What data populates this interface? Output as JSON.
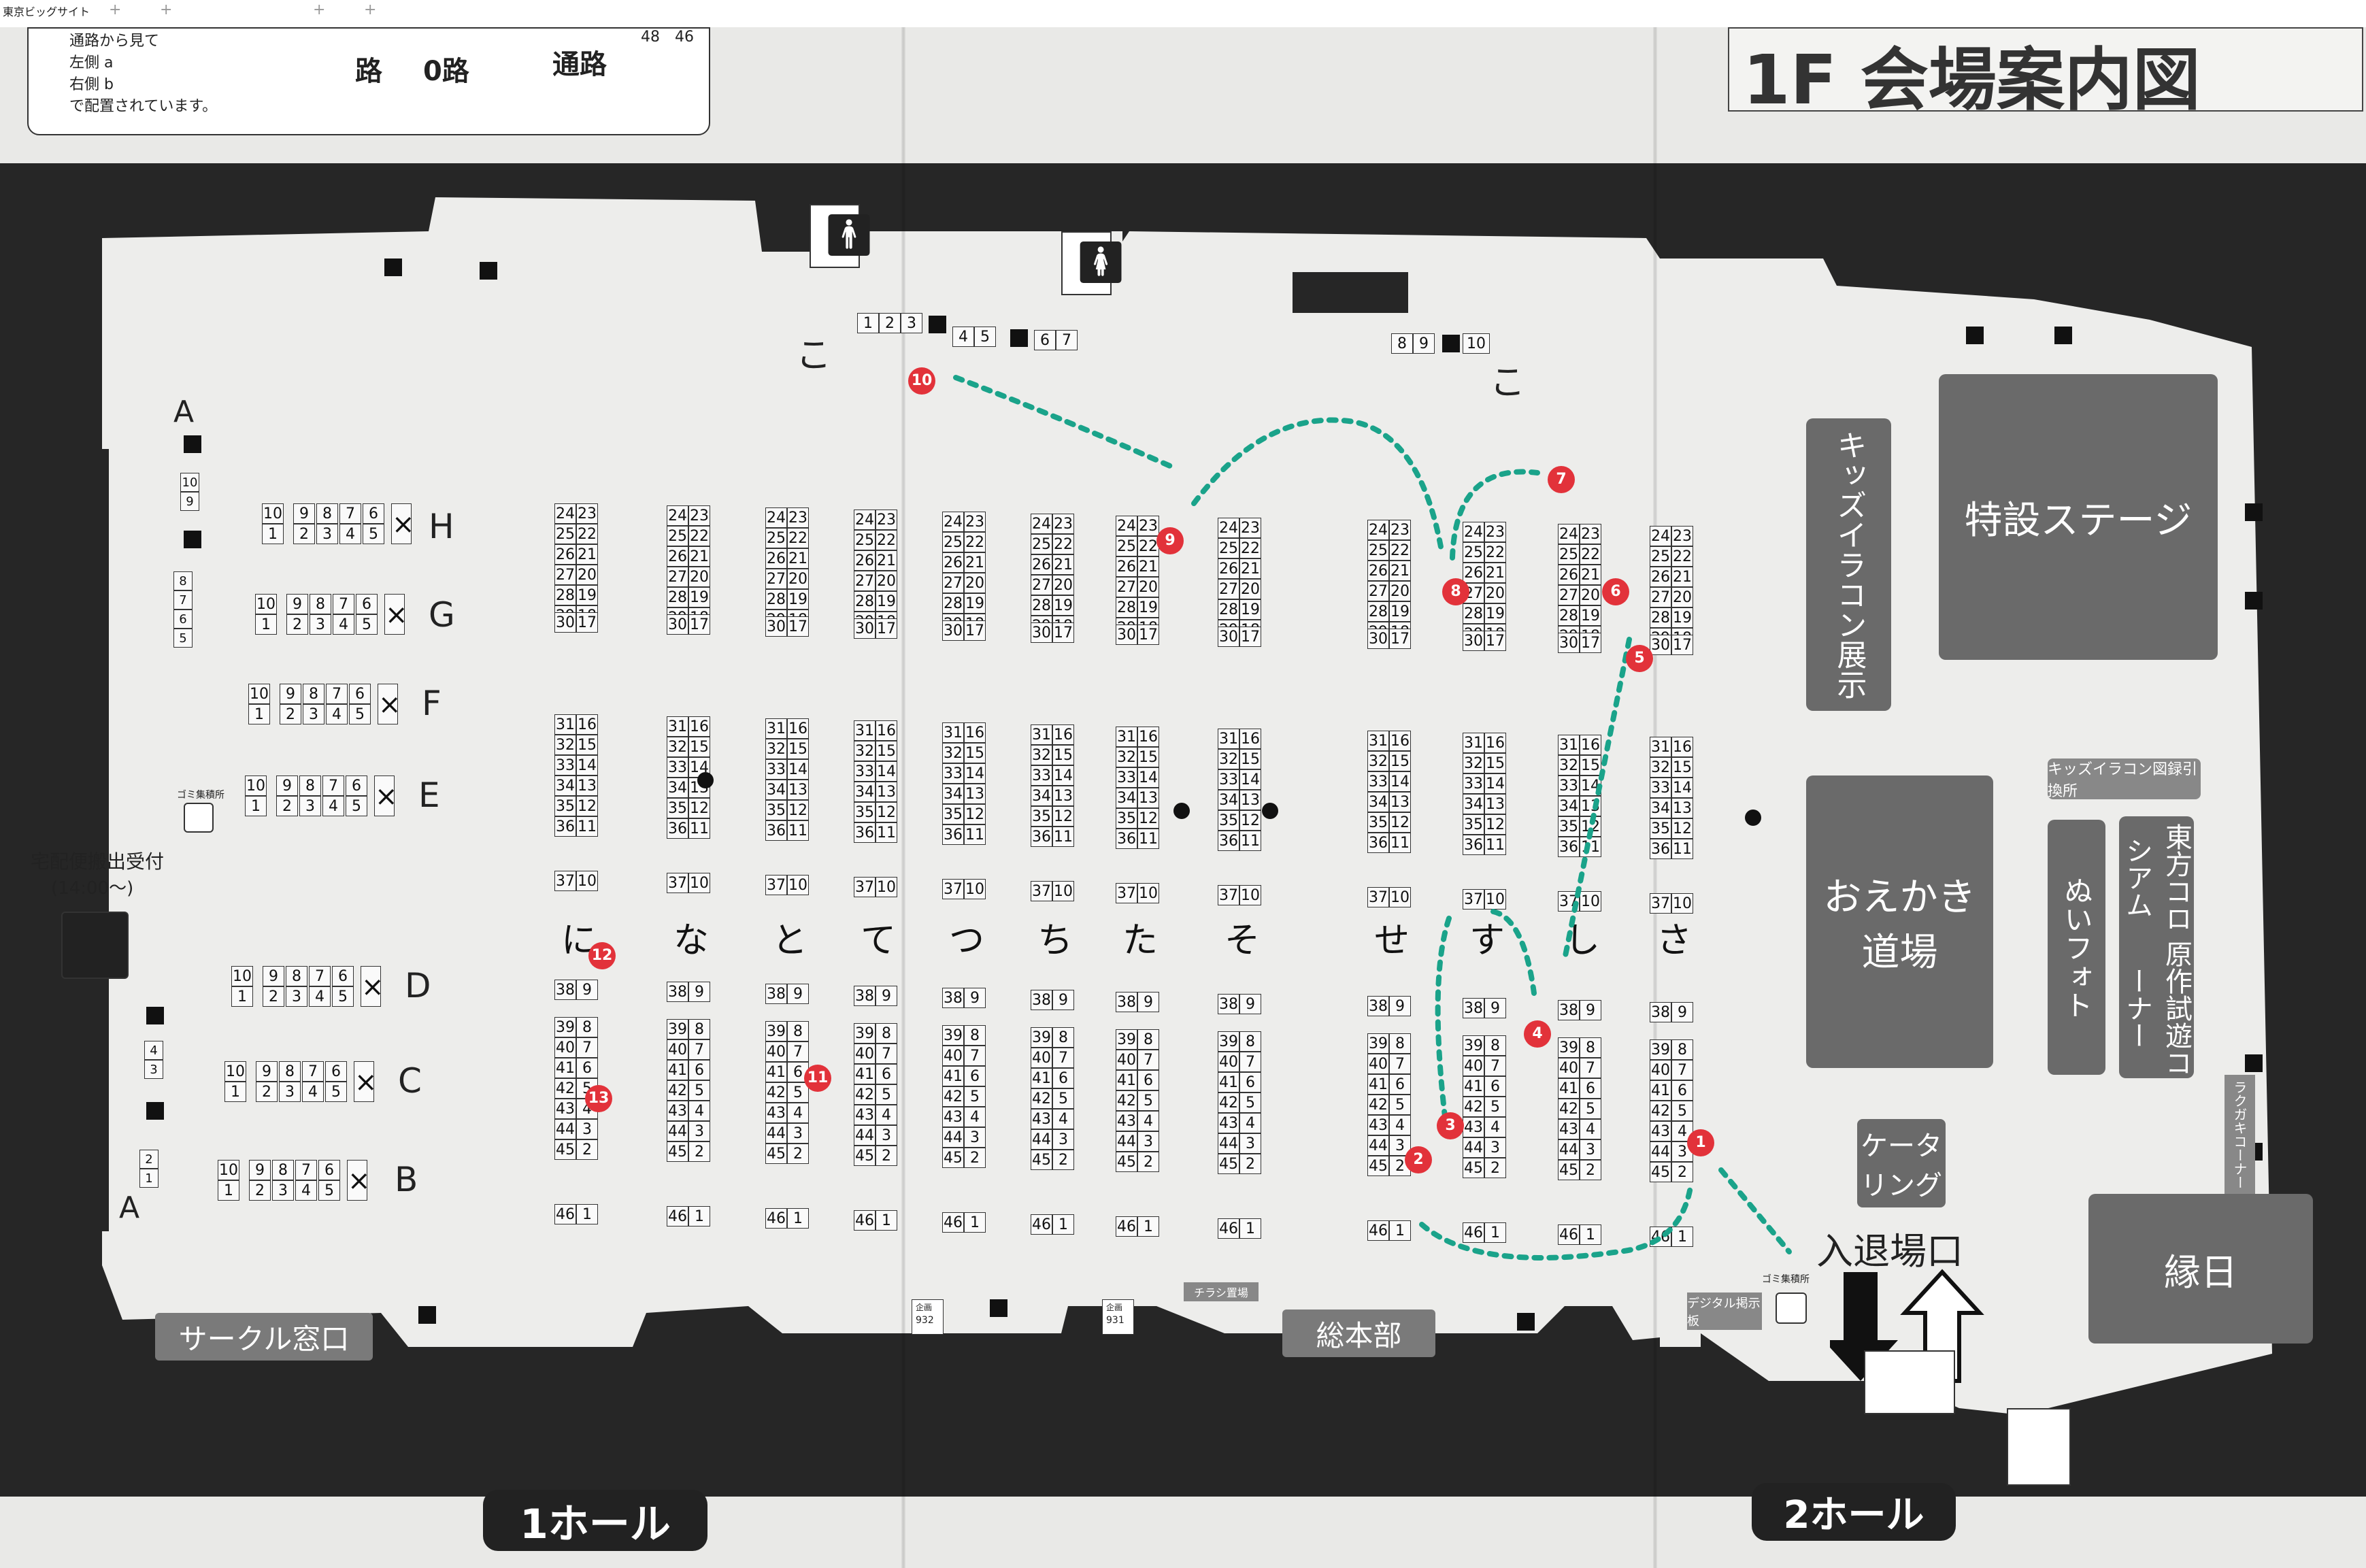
{
  "browser": {
    "tab_title": "東京ビッグサイト",
    "new_tab_symbol": "+"
  },
  "legend_box": {
    "line1": "通路から見て",
    "line2": "左側 a",
    "line3": "右側 b",
    "line4": "で配置されています。",
    "road1": "路",
    "road2": "0路",
    "road3": "通路",
    "numbers": [
      "48",
      "46"
    ]
  },
  "title": "1F 会場案内図",
  "halls": {
    "hall1": "1ホール",
    "hall2": "2ホール"
  },
  "places": {
    "special_stage": "特設ステージ",
    "kids_exhibit": "キッズイラコン展示",
    "kids_exchange": "キッズイラコン図録引換所",
    "drawing_dojo_line1": "おえかき",
    "drawing_dojo_line2": "道場",
    "nui_photo": "ぬいフォト",
    "touhou": "東方コロシアム",
    "original_trial": "原作試遊コーナー",
    "rakugaki": "ラクガキコーナー",
    "catering_line1": "ケータ",
    "catering_line2": "リング",
    "entrance": "入退場口",
    "ennichi": "縁日",
    "digital_board": "デジタル掲示板",
    "garbage": "ゴミ集積所",
    "garbage2": "ゴミ集積所",
    "circle_window": "サークル窓口",
    "headquarters": "総本部",
    "flyer": "チラシ置場",
    "delivery_line1": "宅配便搬出受付",
    "delivery_line2": "(14:00～)",
    "kikaku1": "企画",
    "kikaku1_num": "932",
    "kikaku2": "企画",
    "kikaku2_num": "931"
  },
  "block_letters_left": [
    "A",
    "H",
    "G",
    "F",
    "E",
    "D",
    "C",
    "B",
    "A"
  ],
  "column_headers": [
    "に",
    "な",
    "と",
    "て",
    "つ",
    "ち",
    "た",
    "そ",
    "せ",
    "す",
    "し",
    "さ"
  ],
  "top_row_kana": [
    "こ",
    "こ"
  ],
  "top_booths": [
    "1",
    "2",
    "3",
    "4",
    "5",
    "6",
    "7",
    "8",
    "9",
    "10"
  ],
  "left_vertical_numbers": [
    "10",
    "9",
    "8",
    "7",
    "6",
    "5",
    "4",
    "3",
    "2",
    "1"
  ],
  "left_block_top": [
    "10",
    "9",
    "8",
    "7",
    "6"
  ],
  "left_block_bottom": [
    "1",
    "2",
    "3",
    "4",
    "5"
  ],
  "markers": [
    "1",
    "2",
    "3",
    "4",
    "5",
    "6",
    "7",
    "8",
    "9",
    "10",
    "11",
    "12",
    "13"
  ],
  "booth_pairs_upper": [
    [
      "24",
      "23"
    ],
    [
      "25",
      "22"
    ],
    [
      "26",
      "21"
    ],
    [
      "27",
      "20"
    ],
    [
      "28",
      "19"
    ],
    [
      "29",
      "18"
    ],
    [
      "30",
      "17"
    ]
  ],
  "booth_pairs_middle": [
    [
      "31",
      "16"
    ],
    [
      "32",
      "15"
    ],
    [
      "33",
      "14"
    ],
    [
      "34",
      "13"
    ],
    [
      "35",
      "12"
    ],
    [
      "36",
      "11"
    ],
    [
      "37",
      "10"
    ]
  ],
  "booth_pairs_lower": [
    [
      "38",
      "9"
    ],
    [
      "39",
      "8"
    ],
    [
      "40",
      "7"
    ],
    [
      "41",
      "6"
    ],
    [
      "42",
      "5"
    ],
    [
      "43",
      "4"
    ],
    [
      "44",
      "3"
    ],
    [
      "45",
      "2"
    ],
    [
      "46",
      "1"
    ]
  ],
  "colors": {
    "paper": "#e9e9e7",
    "dark": "#2a2a2a",
    "grey_box": "#6a6a6a",
    "marker": "#e2323a",
    "path": "#1aa38a"
  }
}
